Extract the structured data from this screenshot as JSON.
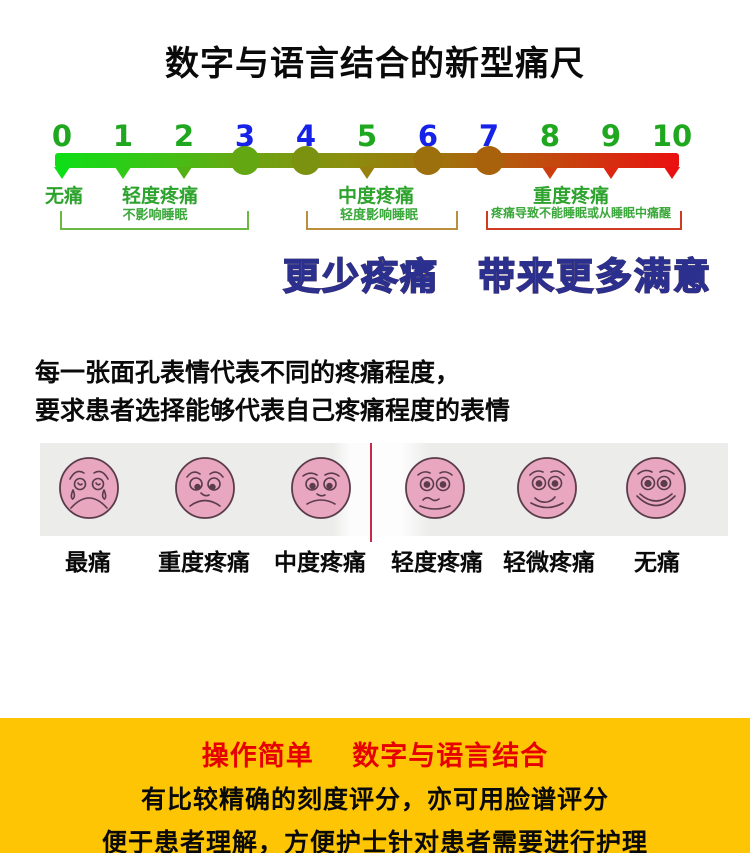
{
  "title": "数字与语言结合的新型痛尺",
  "pain_scale": {
    "gradient": [
      "#0ddf17",
      "#ea1010"
    ],
    "ticks": [
      {
        "label": "0",
        "color": "#1fa81f",
        "marker": "triangle",
        "marker_color": "#0ddf17"
      },
      {
        "label": "1",
        "color": "#1fa81f",
        "marker": "triangle",
        "marker_color": "#2fcb16"
      },
      {
        "label": "2",
        "color": "#1fa81f",
        "marker": "triangle",
        "marker_color": "#51b115"
      },
      {
        "label": "3",
        "color": "#1722e8",
        "marker": "dot",
        "marker_color": "#63a713"
      },
      {
        "label": "4",
        "color": "#1722e8",
        "marker": "dot",
        "marker_color": "#7b9210"
      },
      {
        "label": "5",
        "color": "#1fa81f",
        "marker": "triangle",
        "marker_color": "#97800d"
      },
      {
        "label": "6",
        "color": "#1722e8",
        "marker": "dot",
        "marker_color": "#9c700c"
      },
      {
        "label": "7",
        "color": "#1722e8",
        "marker": "dot",
        "marker_color": "#a8620b"
      },
      {
        "label": "8",
        "color": "#1fa81f",
        "marker": "triangle",
        "marker_color": "#cc3e0f"
      },
      {
        "label": "9",
        "color": "#1fa81f",
        "marker": "triangle",
        "marker_color": "#dd2710"
      },
      {
        "label": "10",
        "color": "#1fa81f",
        "marker": "triangle",
        "marker_color": "#ea1010"
      }
    ],
    "categories": [
      {
        "label": "无痛"
      },
      {
        "label": "轻度疼痛",
        "sublabel": "不影响睡眠",
        "bracket_color": "#6cb845"
      },
      {
        "label": "中度疼痛",
        "sublabel": "轻度影响睡眠",
        "bracket_color": "#bb8f3e"
      },
      {
        "label": "重度疼痛",
        "sublabel": "疼痛导致不能睡眠或从睡眠中痛醒",
        "bracket_color": "#cf3a22"
      }
    ]
  },
  "slogan": "更少疼痛　带来更多满意",
  "slogan_colors": {
    "fill_top": "#ffe93a",
    "fill_bottom": "#ff7300",
    "outline": "#2b2f8e"
  },
  "faces_intro": {
    "line1": "每一张面孔表情代表不同的疼痛程度，",
    "line2": "要求患者选择能够代表自己疼痛程度的表情"
  },
  "faces": [
    {
      "label": "最痛",
      "expression": "crying"
    },
    {
      "label": "重度疼痛",
      "expression": "very-sad"
    },
    {
      "label": "中度疼痛",
      "expression": "sad"
    },
    {
      "label": "轻度疼痛",
      "expression": "uneasy"
    },
    {
      "label": "轻微疼痛",
      "expression": "slight-smile"
    },
    {
      "label": "无痛",
      "expression": "happy"
    }
  ],
  "face_colors": {
    "skin": "#e9a6bf",
    "line": "#5a3c4a"
  },
  "footer": {
    "bg": "#fdc504",
    "headline": "操作简单　 数字与语言结合",
    "headline_color": "#e60000",
    "line1": "有比较精确的刻度评分，亦可用脸谱评分",
    "line2": "便于患者理解，方便护士针对患者需要进行护理"
  }
}
